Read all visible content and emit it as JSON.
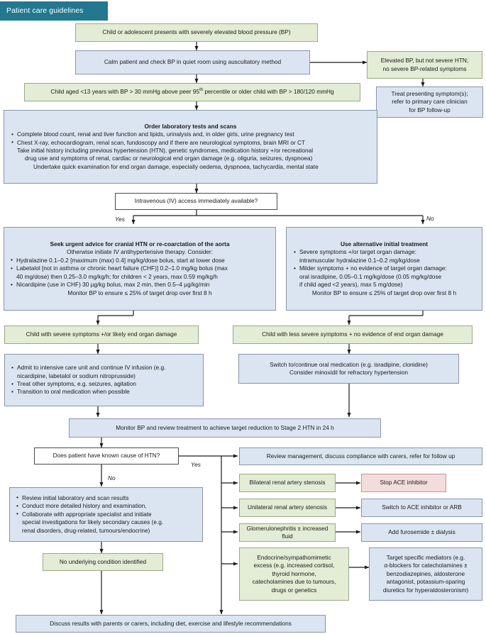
{
  "banner": {
    "label": "Patient care guidelines"
  },
  "colors": {
    "banner_bg": "#21788f",
    "green_fill": "#e3ecd5",
    "blue_fill": "#dbe5f1",
    "pink_fill": "#f2dcdc",
    "white_fill": "#ffffff",
    "line": "#1a1a1a"
  },
  "nodes": {
    "presents": {
      "text": "Child or adolescent presents with severely elevated blood pressure (BP)"
    },
    "calm": {
      "text": "Calm patient and check BP in quiet room using auscultatory method"
    },
    "elevated_not_severe": {
      "line1": "Elevated BP, but not severe HTN;",
      "line2": "no severe BP-related symptoms"
    },
    "treat_presenting": {
      "line1": "Treat presenting symptom(s);",
      "line2": "refer to primary care clinician",
      "line3": "for BP follow-up"
    },
    "threshold": {
      "pre": "Child aged <13 years with BP > 30 mmHg above peer 95",
      "sup": "th",
      "post": " percentile or older child with BP > 180/120 mmHg"
    },
    "labs": {
      "title": "Order laboratory tests and scans",
      "b1": "Complete blood count, renal and liver function and lipids, urinalysis and, in older girls, urine pregnancy test",
      "b2": "Chest X-ray, echocardiogram, renal scan, fundoscopy and if there are neurological symptoms, brain MRI or CT",
      "b3": "Take initial history including previous hypertension (HTN), genetic syndromes, medication history +/or recreational",
      "b4": "drug use and symptoms of renal, cardiac or neurological end organ damage (e.g. oliguria, seizures, dyspnoea)",
      "b5": "Undertake quick examination for end organ damage, especially oedema, dyspnoea, tachycardia, mental state"
    },
    "iv_access": {
      "text": "Intravenous (IV) access immediately available?"
    },
    "label_yes": "Yes",
    "label_no": "No",
    "iv_treatment": {
      "title": "Seek urgent advice for cranial HTN or re-coarctation of the aorta",
      "sub": "Otherwise initiate IV antihypertensive therapy. Consider:",
      "b1": "Hydralazine 0.1–0.2 [maximum (max) 0.4] mg/kg/dose bolus, start at lower dose",
      "b2": "Labetalol [not in asthma or chronic heart failure (CHF)] 0.2–1.0 mg/kg bolus (max",
      "b2b": "40 mg/dose) then 0.25–3.0 mg/kg/h; for children < 2 years, max 0.59 mg/kg/h",
      "b3": "Nicardipine (use in CHF) 30 µg/kg bolus, max 2 min, then 0.5–4 µg/kg/min",
      "foot": "Monitor BP to ensure ≤ 25% of target drop over first 8 h"
    },
    "alt_treatment": {
      "title": "Use alternative initial treatment",
      "b1": "Severe symptoms +/or target organ damage:",
      "b1b": "intramuscular hydralazine 0.1–0.2 mg/kg/dose",
      "b2": "Milder symptoms + no evidence of target organ damage:",
      "b2b": "oral isradipine, 0.05–0.1 mg/kg/dose (0.05 mg/kg/dose",
      "b2c": "if child aged <2 years), max 5 mg/dose)",
      "foot": "Monitor BP to ensure ≤ 25% of target drop over first 8 h"
    },
    "severe_symptoms": {
      "text": "Child with severe symptoms +/or likely end organ damage"
    },
    "less_severe": {
      "text": "Child with less severe symptoms + no evidence of end organ damage"
    },
    "icu": {
      "b1": "Admit to intensive care unit and continue IV infusion (e.g.",
      "b1b": "nicardipine, labetalol or sodium nitroprusside)",
      "b2": "Treat other symptoms, e.g. seizures, agitation",
      "b3": "Transition to oral medication when possible"
    },
    "oral_med": {
      "line1": "Switch to/continue oral medication (e.g. isradipine, clonidine)",
      "line2": "Consider minoxidil for refractory hypertension"
    },
    "monitor_bp": {
      "text": "Monitor BP and review treatment to achieve target reduction to Stage 2 HTN in 24 h"
    },
    "known_cause": {
      "text": "Does patient have known cause of HTN?"
    },
    "review_mgmt": {
      "text": "Review management, discuss compliance with carers, refer for follow up"
    },
    "bilateral": {
      "text": "Bilateral renal artery stenosis"
    },
    "stop_ace": {
      "text": "Stop ACE inhibitor"
    },
    "unilateral": {
      "text": "Unilateral renal artery stenosis"
    },
    "switch_ace": {
      "text": "Switch to ACE inhibitor or ARB"
    },
    "glomerulonephritis": {
      "text": "Glomerulonephritis ± increased fluid"
    },
    "furosemide": {
      "text": "Add furosemide ± dialysis"
    },
    "endocrine": {
      "line1": "Endocrine/sympathomimetic",
      "line2": "excess (e.g. increased cortisol,",
      "line3": "thyroid hormone,",
      "line4": "catecholamines due to tumours,",
      "line5": "drugs or genetics"
    },
    "mediators": {
      "line1": "Target specific mediators (e.g.",
      "line2": "α-blockers for catecholamines ±",
      "line3": "benzodiazepines, aldosterone",
      "line4": "antagonist, potassium-sparing",
      "line5": "diuretics for hyperaldosteronism)"
    },
    "review_results": {
      "b1": "Review initial laboratory and scan results",
      "b2": "Conduct more detailed history and examination,",
      "b3": "Collaborate with appropriate specialist and initiate",
      "b3b": "special investigations for likely secondary causes (e.g.",
      "b3c": "renal disorders, drug-related, tumours/endocrine)"
    },
    "no_underlying": {
      "text": "No underlying condition identified"
    },
    "discuss": {
      "text": "Discuss results with parents or carers, including diet, exercise and lifestyle recommendations"
    }
  }
}
